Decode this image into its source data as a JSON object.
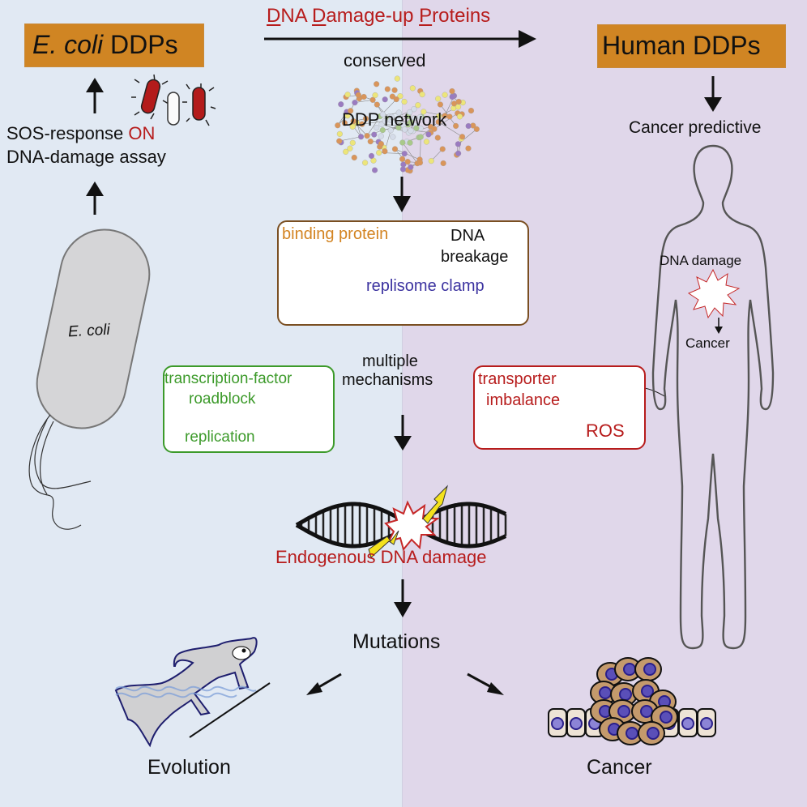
{
  "colors": {
    "left_background": "#e1e9f3",
    "right_background": "#e0d7ea",
    "ddp_box": "#d08523",
    "red_text": "#b71c1c",
    "green_text": "#3c9a2a",
    "binding_protein": "#d38422",
    "replisome_clamp": "#3c33a0"
  },
  "header": {
    "ddp_title_letters": [
      "D",
      "NA ",
      "D",
      "amage-up ",
      "P",
      "roteins"
    ],
    "ecoli_box": {
      "italic": "E. coli",
      "rest": " DDPs"
    },
    "human_box": "Human DDPs",
    "conserved": "conserved",
    "network_label": "DDP network"
  },
  "left_column": {
    "sos_line1": "SOS-response ",
    "sos_on": "ON",
    "sos_line2": "DNA-damage assay",
    "ecoli_cell_label": "E. coli"
  },
  "right_column": {
    "cancer_predictive": "Cancer predictive",
    "body_dna_damage": "DNA damage",
    "body_cancer": "Cancer"
  },
  "mechanism_box": {
    "binding_protein": "binding protein",
    "dna": "DNA",
    "breakage": "breakage",
    "replisome_clamp": "replisome clamp"
  },
  "center": {
    "multiple": "multiple",
    "mechanisms": "mechanisms",
    "endogenous": "Endogenous DNA damage",
    "mutations": "Mutations"
  },
  "tf_box": {
    "line1": "transcription-factor",
    "line2": "roadblock",
    "line3": "replication"
  },
  "transporter_box": {
    "line1": "transporter",
    "line2": "imbalance",
    "line3": "ROS"
  },
  "outcomes": {
    "evolution": "Evolution",
    "cancer": "Cancer"
  }
}
